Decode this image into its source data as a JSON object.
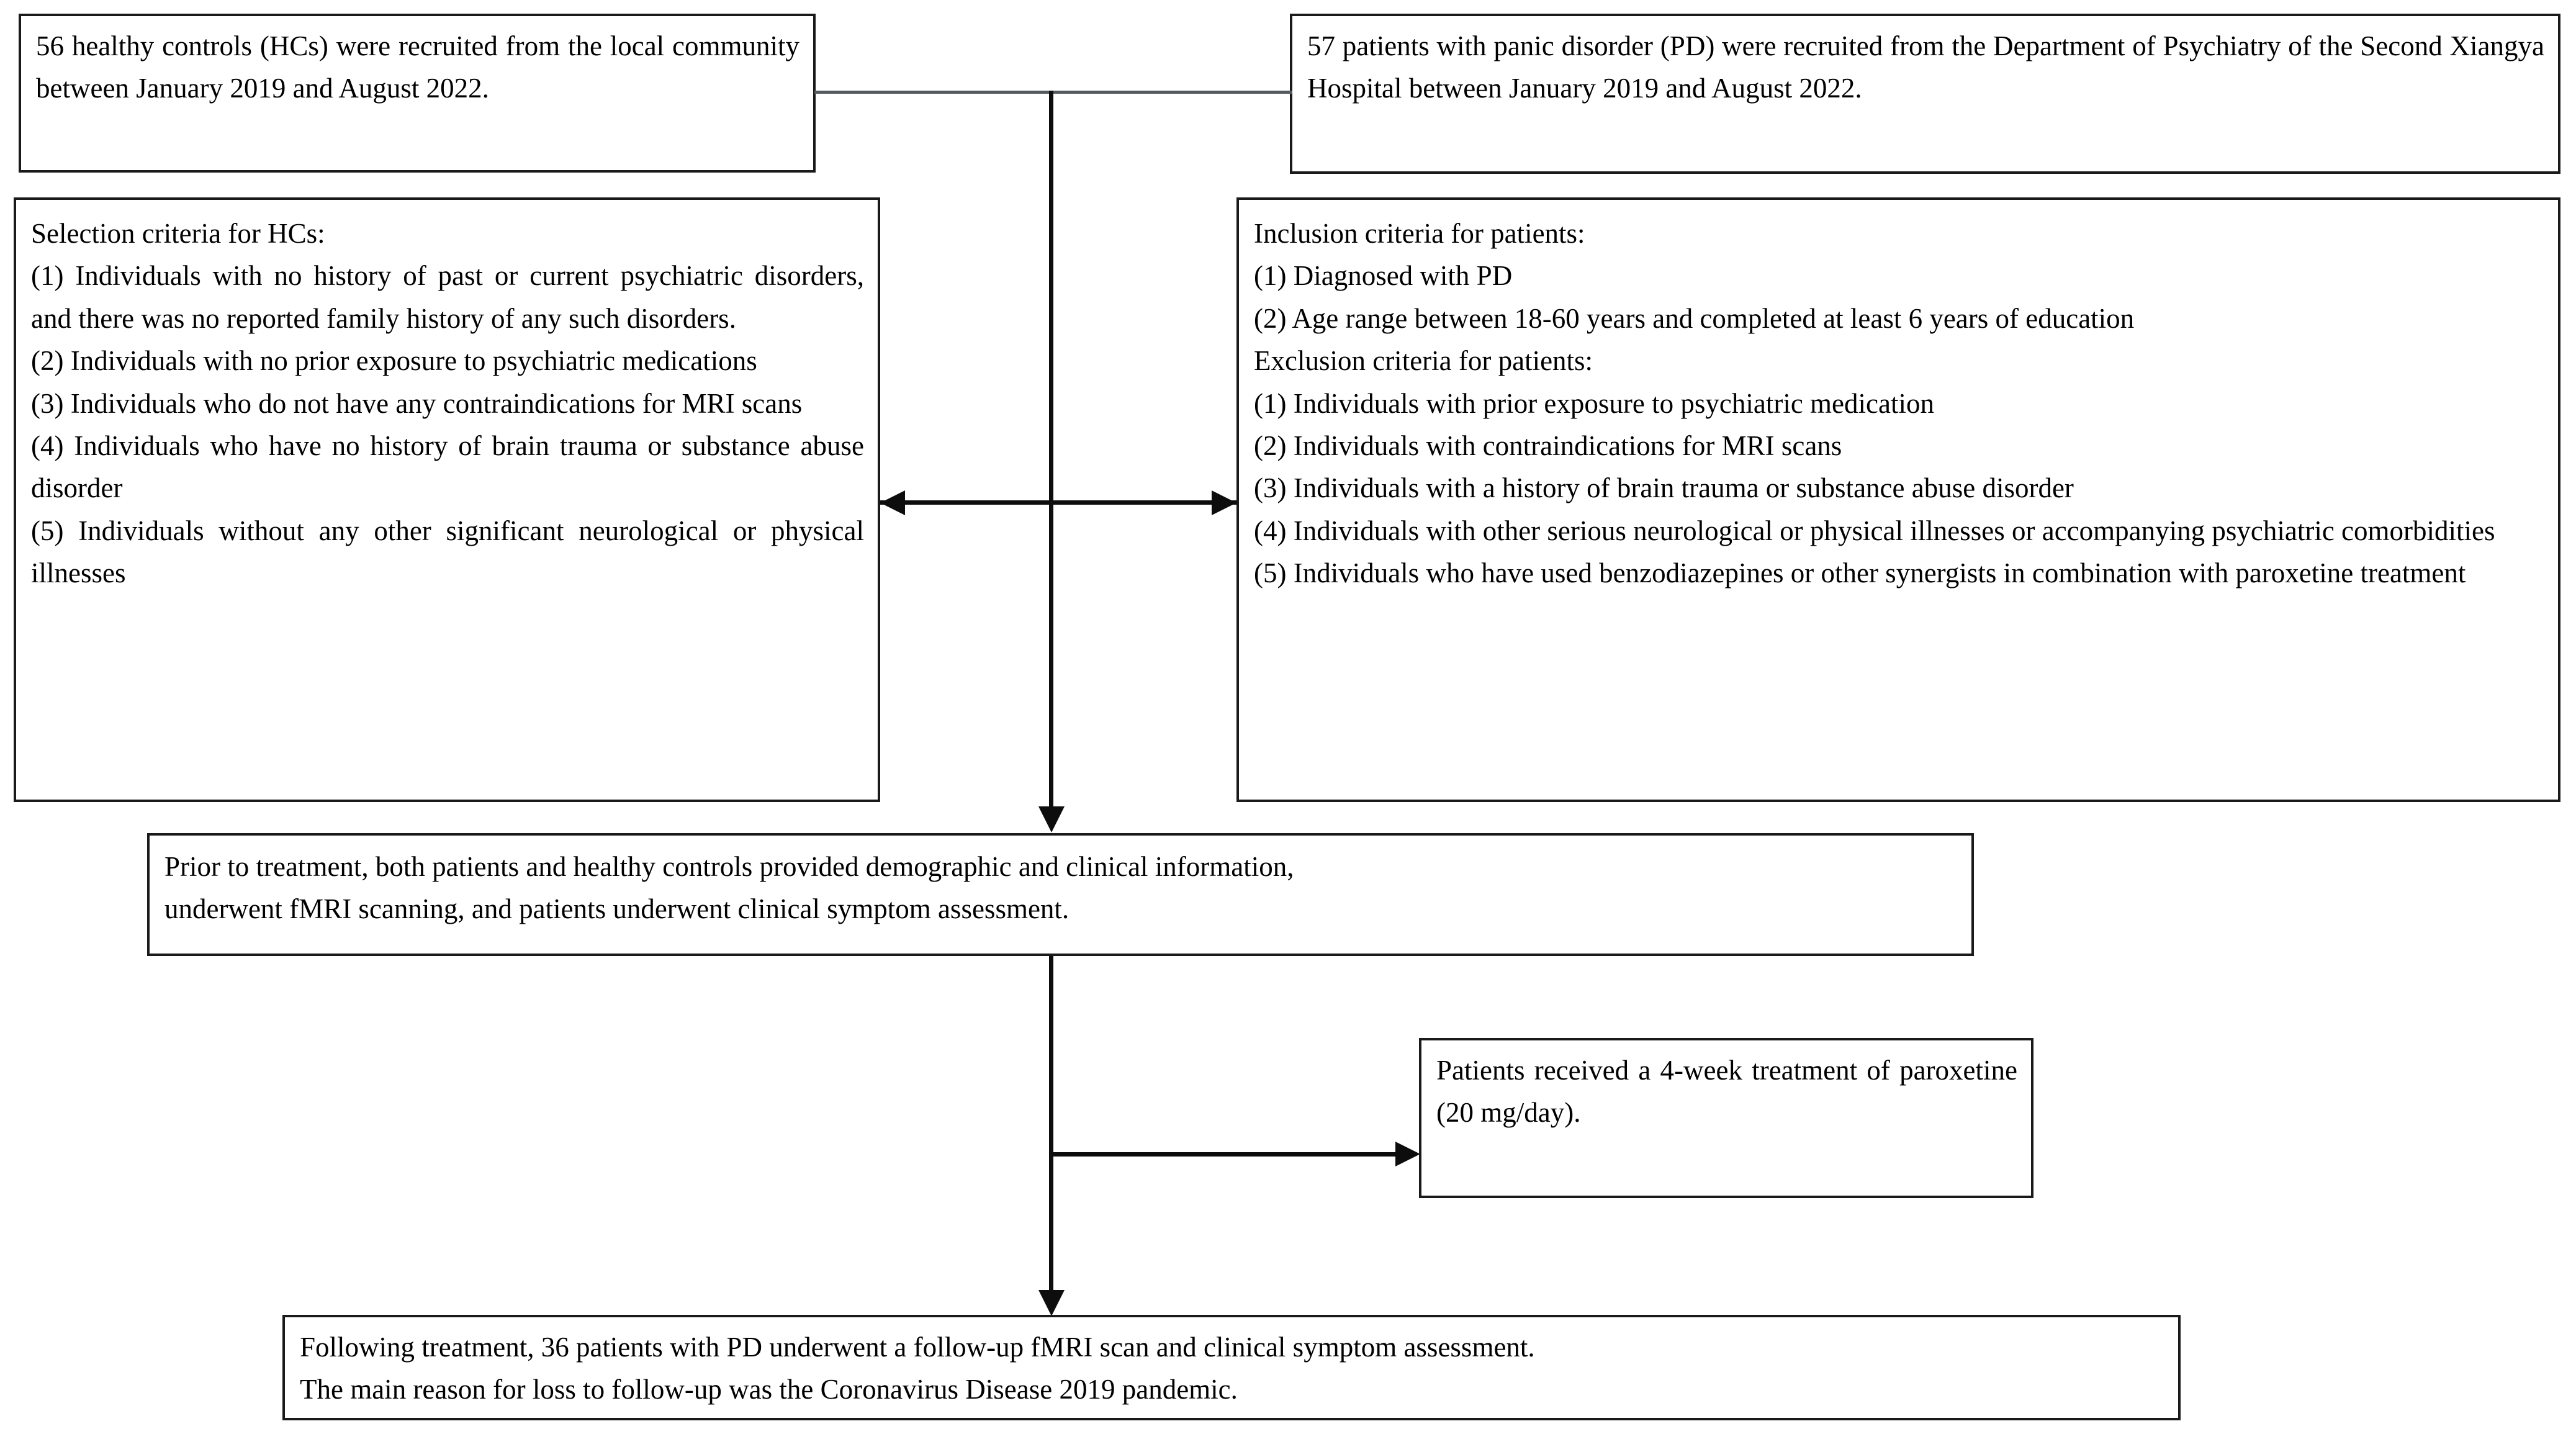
{
  "diagram": {
    "type": "study-enrollment-flowchart",
    "line_color": "#0d0d0d",
    "box_border_color": "#1a1a1a",
    "background": "#ffffff"
  },
  "boxes": {
    "hc_recruitment": {
      "text": "56 healthy controls (HCs) were recruited from the local community between January 2019 and August 2022."
    },
    "pd_recruitment": {
      "text": "57 patients with panic disorder (PD) were recruited from the Department of Psychiatry of the Second Xiangya Hospital between January 2019 and August 2022."
    },
    "hc_criteria": {
      "heading": "Selection criteria for HCs:",
      "items": [
        "(1) Individuals with no history of past or current psychiatric disorders, and there was no reported family history of any such disorders.",
        "(2) Individuals with no prior exposure to psychiatric medications",
        "(3) Individuals who do not have any contraindications for MRI scans",
        "(4) Individuals who have no history of brain trauma or substance abuse disorder",
        "(5) Individuals without any other significant neurological or physical illnesses"
      ]
    },
    "pd_criteria": {
      "inclusion_heading": "Inclusion criteria for patients:",
      "inclusion_items": [
        "(1) Diagnosed with PD",
        "(2) Age range between 18-60 years and completed at least 6 years of education"
      ],
      "exclusion_heading": "Exclusion criteria for patients:",
      "exclusion_items": [
        "(1) Individuals with prior exposure to psychiatric medication",
        "(2) Individuals with contraindications for MRI scans",
        "(3) Individuals with a history of brain trauma or substance abuse disorder",
        "(4) Individuals with other serious neurological or physical illnesses or accompanying psychiatric comorbidities",
        "(5) Individuals who have used benzodiazepines or other synergists in combination with paroxetine treatment"
      ]
    },
    "baseline_assessment": {
      "line1": "Prior to treatment, both patients and healthy controls provided demographic and clinical information,",
      "line2": "underwent fMRI scanning, and patients underwent clinical symptom assessment."
    },
    "treatment": {
      "text": "Patients received a 4-week treatment of paroxetine (20 mg/day)."
    },
    "followup": {
      "line1": "Following treatment, 36 patients with PD underwent a follow-up fMRI scan and clinical symptom assessment.",
      "line2": "The main reason for loss to follow-up was the Coronavirus Disease 2019 pandemic."
    }
  }
}
